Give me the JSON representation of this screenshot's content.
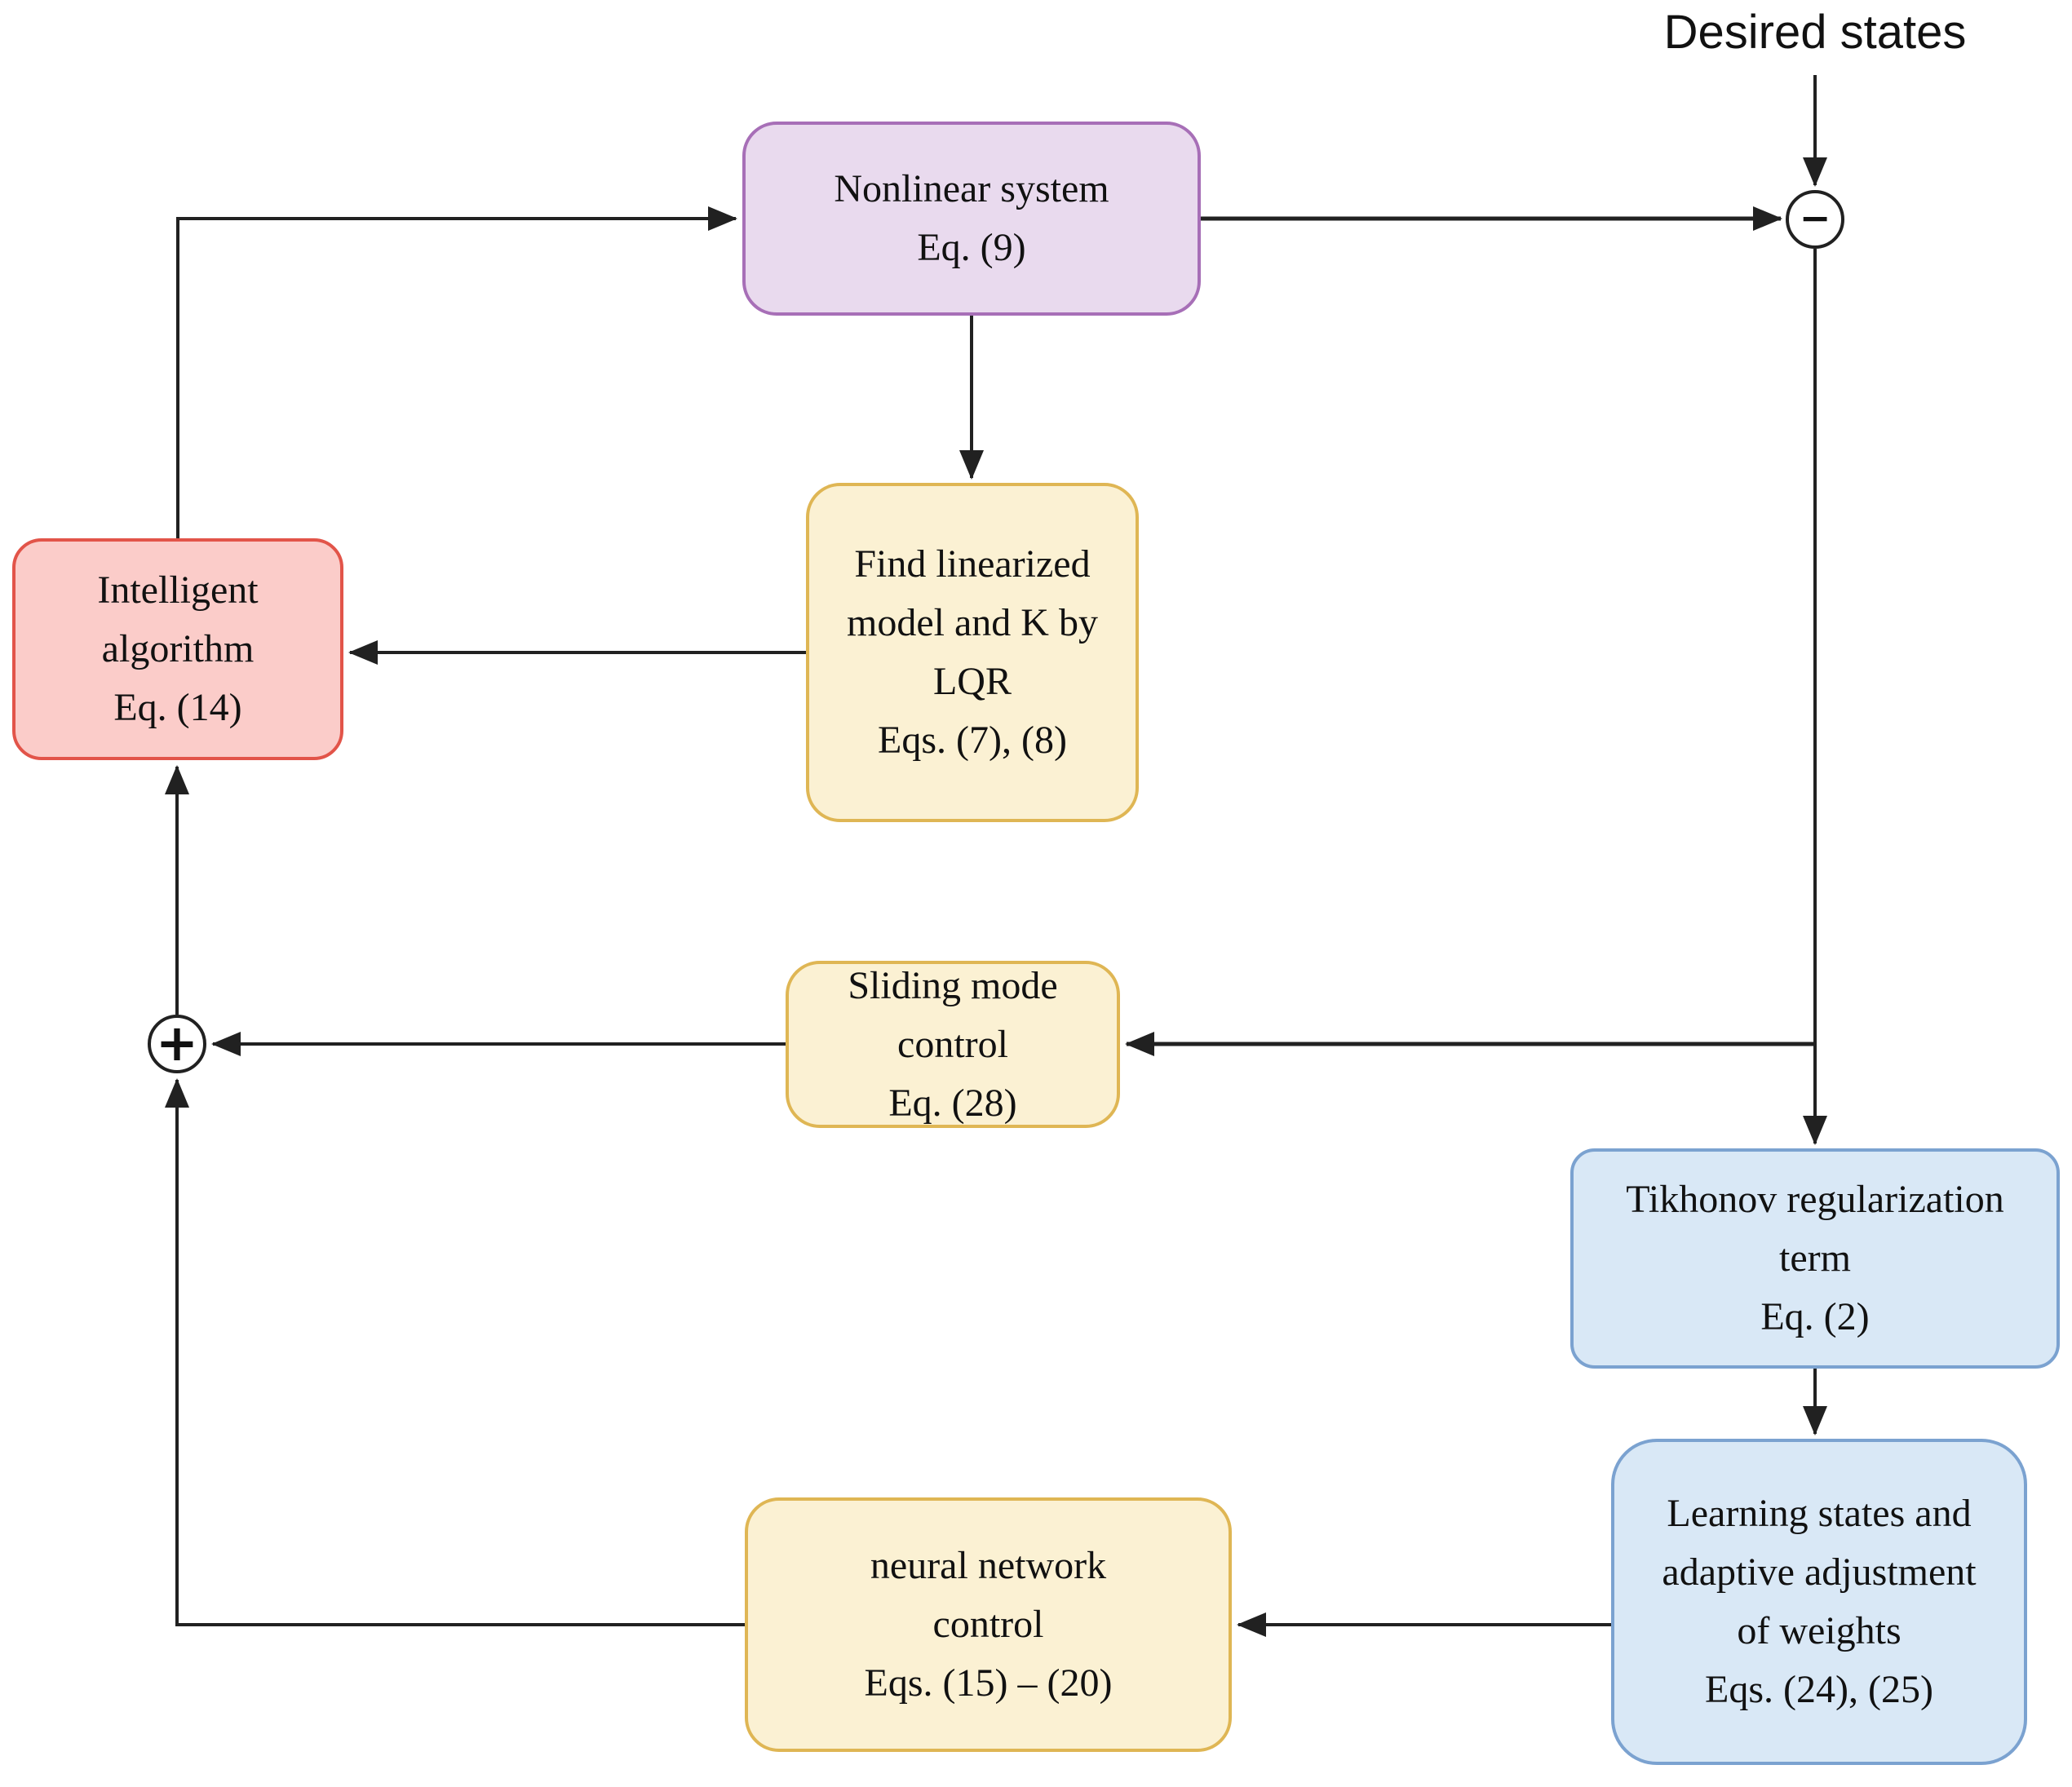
{
  "diagram": {
    "kind": "control-system-block-diagram",
    "desired_states_label": "Desired states",
    "boxes": {
      "nonlinear": {
        "label": "Nonlinear system\nEq. (9)",
        "fill": "#E9DAEE",
        "border": "#A76FB7"
      },
      "findlqr": {
        "label": "Find linearized\nmodel and K by\nLQR\nEqs. (7), (8)",
        "fill": "#FBF1D3",
        "border": "#DFB654"
      },
      "intelligent": {
        "label": "Intelligent\nalgorithm\nEq. (14)",
        "fill": "#FBCCC9",
        "border": "#E25449"
      },
      "sliding": {
        "label": "Sliding mode\ncontrol\nEq. (28)",
        "fill": "#FBF1D3",
        "border": "#DFB654"
      },
      "tikhonov": {
        "label": "Tikhonov regularization\nterm\nEq. (2)",
        "fill": "#D9E8F6",
        "border": "#7BA2D0"
      },
      "learning": {
        "label": "Learning states and\nadaptive adjustment\nof weights\nEqs. (24), (25)",
        "fill": "#D9E8F6",
        "border": "#7BA2D0"
      },
      "neural": {
        "label": "neural network\ncontrol\nEqs. (15) – (20)",
        "fill": "#FBF1D3",
        "border": "#DFB654"
      }
    },
    "junctions": {
      "minus": {
        "sign": "−"
      },
      "plus": {
        "sign": "+"
      }
    },
    "connectors": [
      "intelligent-algorithm → nonlinear-system",
      "desired-states → minus-junction",
      "nonlinear-system → minus-junction",
      "minus-junction → tikhonov-regularization",
      "error-trunk → sliding-mode-control",
      "nonlinear-system → find-linearized-lqr",
      "find-linearized-lqr → intelligent-algorithm",
      "sliding-mode-control → plus-junction",
      "plus-junction → intelligent-algorithm",
      "neural-network-control → plus-junction",
      "tikhonov-regularization → learning-states",
      "learning-states → neural-network-control"
    ],
    "line_color": "#212121"
  }
}
